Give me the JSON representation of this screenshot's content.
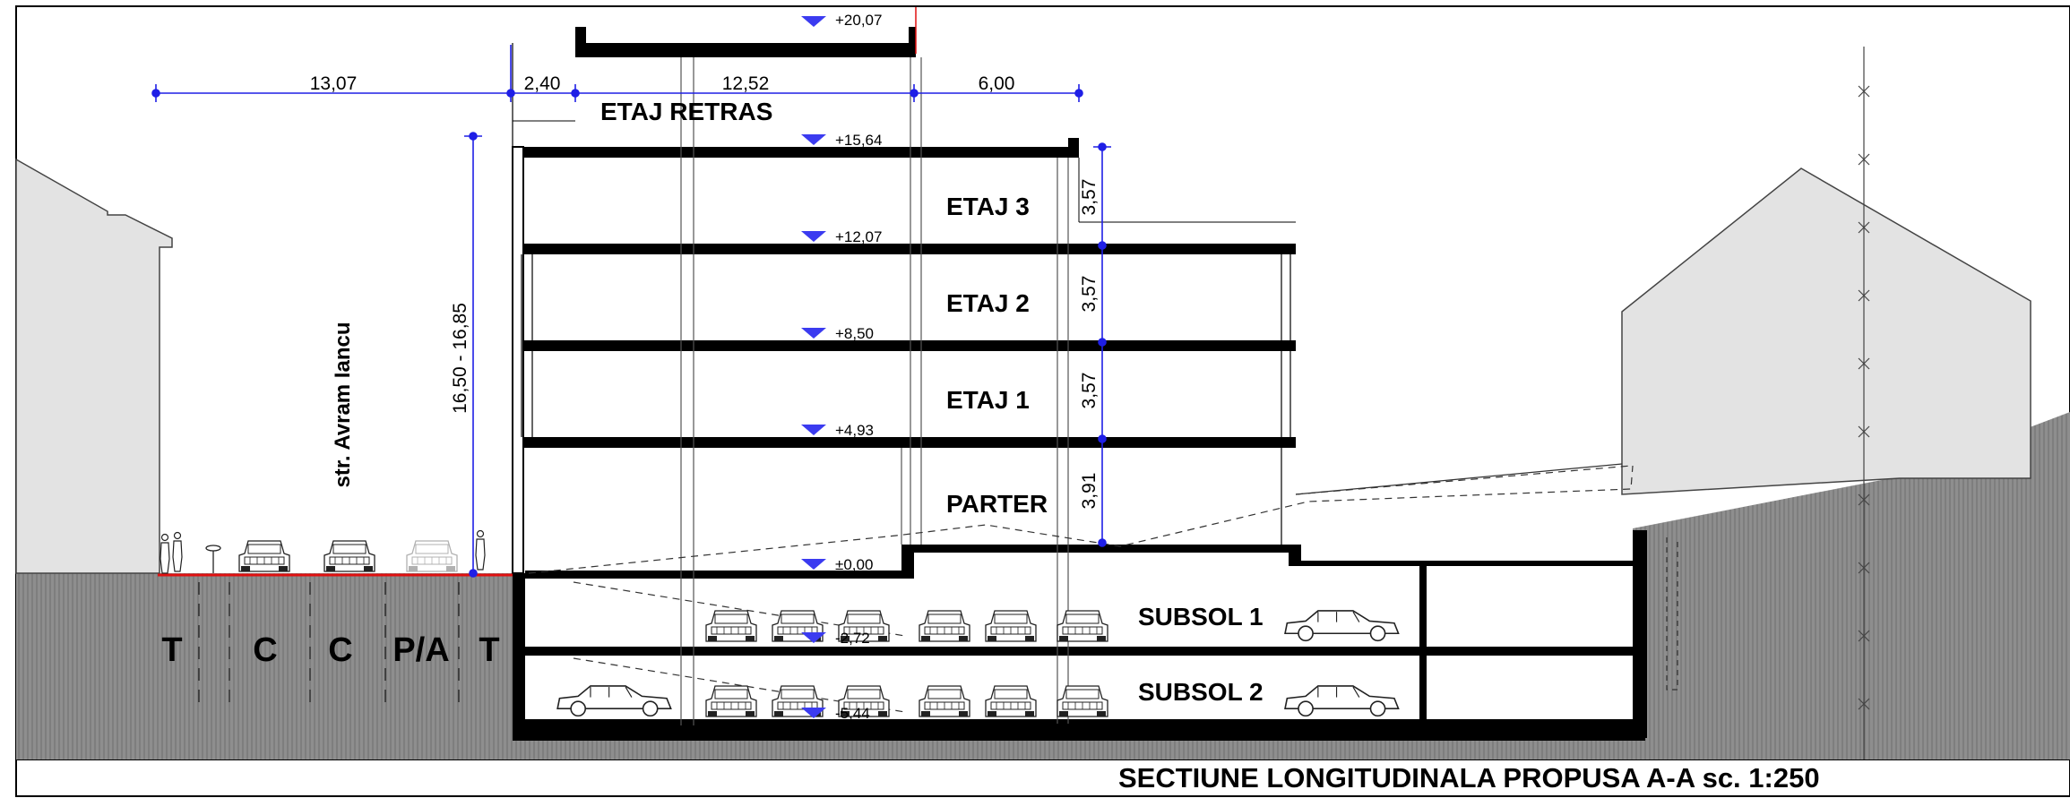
{
  "title": "SECTIUNE LONGITUDINALA PROPUSA A-A sc. 1:250",
  "street_name": "str. Avram Iancu",
  "street_lanes": [
    "T",
    "C",
    "C",
    "P/A",
    "T"
  ],
  "height_dimension": "16,50 - 16,85",
  "top_dimensions": [
    "13,07",
    "2,40",
    "12,52",
    "6,00"
  ],
  "floors": [
    "ETAJ RETRAS",
    "ETAJ 3",
    "ETAJ 2",
    "ETAJ 1",
    "PARTER",
    "SUBSOL 1",
    "SUBSOL 2"
  ],
  "floor_heights": [
    "3,57",
    "3,57",
    "3,57",
    "3,91"
  ],
  "levels": [
    "+20,07",
    "+15,64",
    "+12,07",
    "+8,50",
    "+4,93",
    "±0,00",
    "-2,72",
    "-5,44"
  ],
  "colors": {
    "dimension": "#1f1fe6",
    "level_marker": "#3b3bf0",
    "ground": "#8a8a8a",
    "neighbour": "#e3e3e3",
    "slab": "#000000",
    "street_line": "#e01010"
  }
}
